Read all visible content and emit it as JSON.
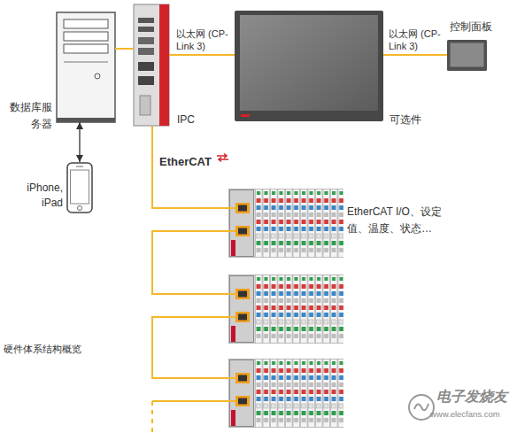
{
  "diagram": {
    "nodes": [
      {
        "text": [
          "数据库服务器"
        ]
      },
      {
        "text": [
          "IPC"
        ]
      },
      {
        "text": [
          "可选件"
        ]
      },
      {
        "text": [
          "控制面板"
        ]
      },
      {
        "text": [
          "iPhone, iPad"
        ]
      },
      {
        "text": [
          "EtherCAT I/O、设定值、温度、状态…"
        ]
      }
    ],
    "edges": [
      {
        "from": 0,
        "to": 1,
        "arrow": "none"
      },
      {
        "from": 1,
        "to": 2,
        "label": "以太网 (CP-Link 3)",
        "arrow": "none"
      },
      {
        "from": 2,
        "to": 3,
        "label": "以太网 (CP-Link 3)",
        "arrow": "none"
      },
      {
        "from": 0,
        "to": 4,
        "arrow": "both"
      },
      {
        "from": 1,
        "to": 5,
        "label": "EtherCAT",
        "arrow": "none"
      }
    ],
    "labels": [
      "硬件体系结构概览",
      "电子发烧友",
      "www.elecfans.com"
    ]
  }
}
